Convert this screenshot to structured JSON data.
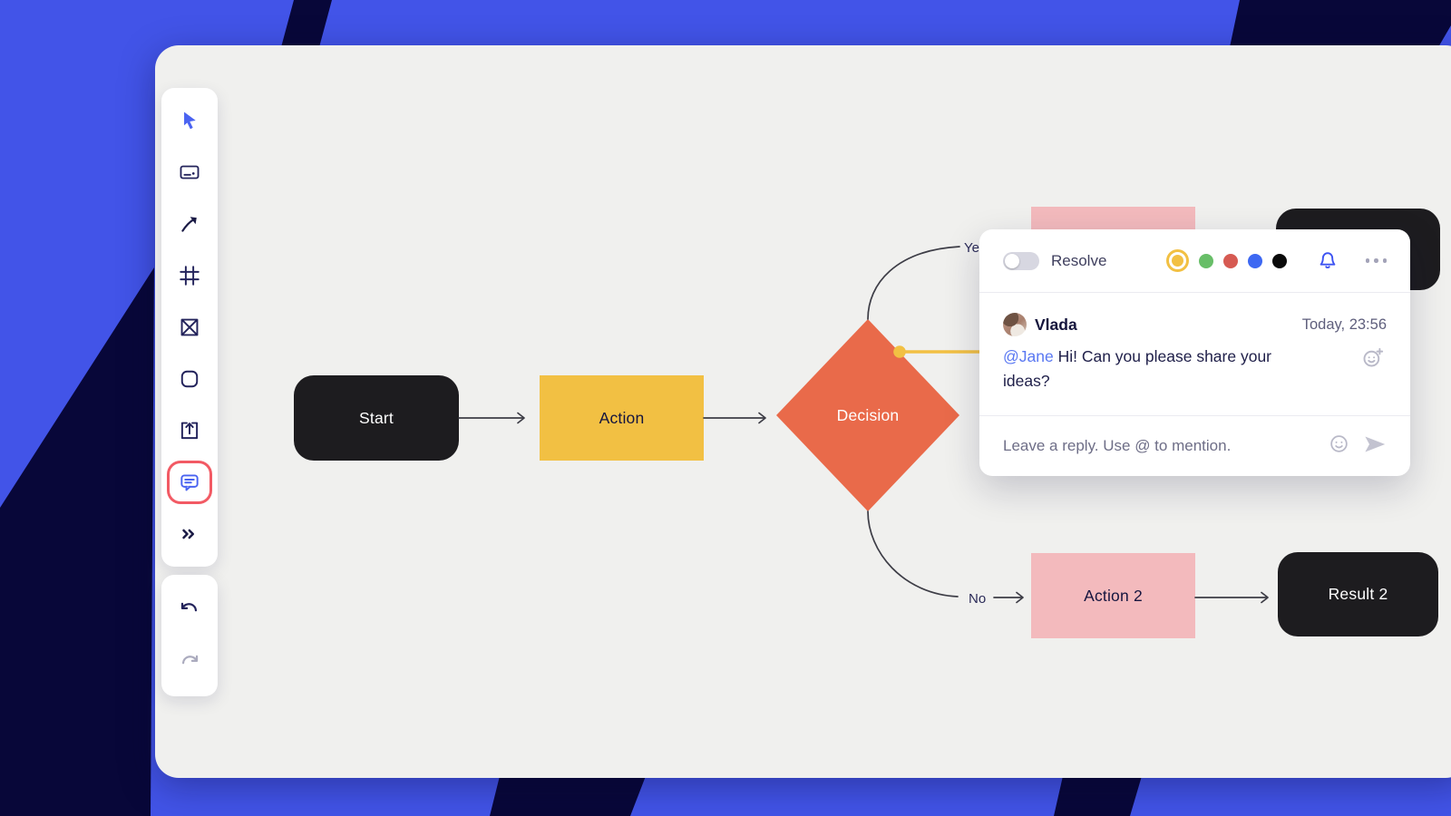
{
  "app": {
    "type": "collaborative-whiteboard",
    "canvas_color": "#F0F0EE",
    "background": {
      "base_color": "#4254E8",
      "stripe_color": "#080739"
    }
  },
  "toolbar": {
    "tools": [
      {
        "name": "select"
      },
      {
        "name": "card"
      },
      {
        "name": "arrow"
      },
      {
        "name": "frame"
      },
      {
        "name": "delete-box"
      },
      {
        "name": "shape"
      },
      {
        "name": "upload"
      },
      {
        "name": "comment",
        "active": true,
        "highlight_color": "#F25A64"
      },
      {
        "name": "more-tools"
      }
    ],
    "history": [
      {
        "name": "undo",
        "enabled": true
      },
      {
        "name": "redo",
        "enabled": false
      }
    ]
  },
  "flowchart": {
    "nodes": [
      {
        "id": "start",
        "label": "Start",
        "style": "black-rounded"
      },
      {
        "id": "action",
        "label": "Action",
        "style": "yellow-rect"
      },
      {
        "id": "decision",
        "label": "Decision",
        "style": "orange-diamond"
      },
      {
        "id": "action1",
        "label": "",
        "style": "pink-rect"
      },
      {
        "id": "result1",
        "label": "",
        "style": "black-rounded"
      },
      {
        "id": "action2",
        "label": "Action 2",
        "style": "pink-rect"
      },
      {
        "id": "result2",
        "label": "Result 2",
        "style": "black-rounded"
      }
    ],
    "edge_labels": {
      "yes": "Yes",
      "no": "No"
    },
    "node_colors": {
      "black": "#1D1C1F",
      "yellow": "#F2C043",
      "orange": "#E96A4A",
      "pink": "#F3BABD"
    },
    "comment_anchor_color": "#F2C043"
  },
  "comment_popup": {
    "resolve_label": "Resolve",
    "resolve_state": "off",
    "palette": {
      "colors": [
        "#F2C043",
        "#68BE68",
        "#D65A52",
        "#3D68F2",
        "#0A0A0A"
      ],
      "selected_index": 0
    },
    "comment": {
      "author": "Vlada",
      "timestamp": "Today, 23:56",
      "mention": "@Jane",
      "text": "Hi! Can you please share your ideas?"
    },
    "reply_placeholder": "Leave a reply. Use @ to mention.",
    "accent_blue": "#3D53F2"
  }
}
